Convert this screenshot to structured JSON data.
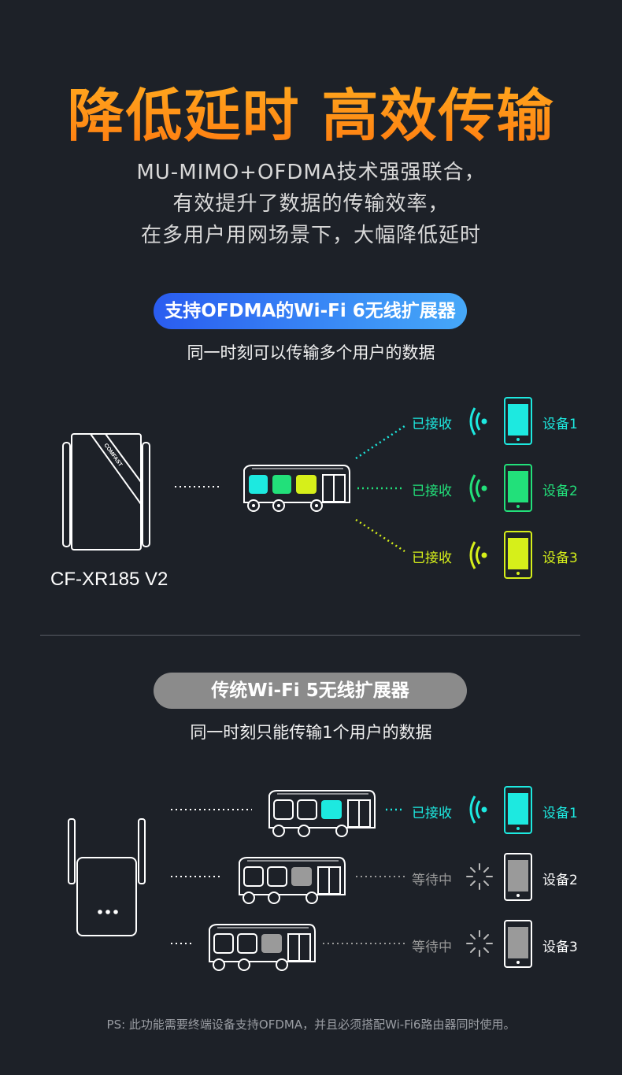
{
  "title": "降低延时  高效传输",
  "description": [
    "MU-MIMO+OFDMA技术强强联合，",
    "有效提升了数据的传输效率，",
    "在多用户用网场景下，大幅降低延时"
  ],
  "wifi6_section": {
    "pill": "支持OFDMA的Wi-Fi 6无线扩展器",
    "subtitle": "同一时刻可以传输多个用户的数据",
    "model": "CF-XR185 V2",
    "brand": "COMFAST",
    "rows": [
      {
        "status": "已接收",
        "device": "设备1",
        "color": "#1de9e0"
      },
      {
        "status": "已接收",
        "device": "设备2",
        "color": "#22e07a"
      },
      {
        "status": "已接收",
        "device": "设备3",
        "color": "#d6ef1a"
      }
    ]
  },
  "wifi5_section": {
    "pill": "传统Wi-Fi 5无线扩展器",
    "subtitle": "同一时刻只能传输1个用户的数据",
    "rows": [
      {
        "status": "已接收",
        "device": "设备1",
        "color": "#1de9e0"
      },
      {
        "status": "等待中",
        "device": "设备2",
        "color": "#9a9a9a"
      },
      {
        "status": "等待中",
        "device": "设备3",
        "color": "#9a9a9a"
      }
    ]
  },
  "footnote": "PS: 此功能需要终端设备支持OFDMA，并且必须搭配Wi-Fi6路由器同时使用。",
  "colors": {
    "accent_orange": "#ff8a10",
    "cyan": "#1de9e0",
    "green": "#22e07a",
    "yellow": "#d6ef1a",
    "gray": "#9a9a9a"
  }
}
